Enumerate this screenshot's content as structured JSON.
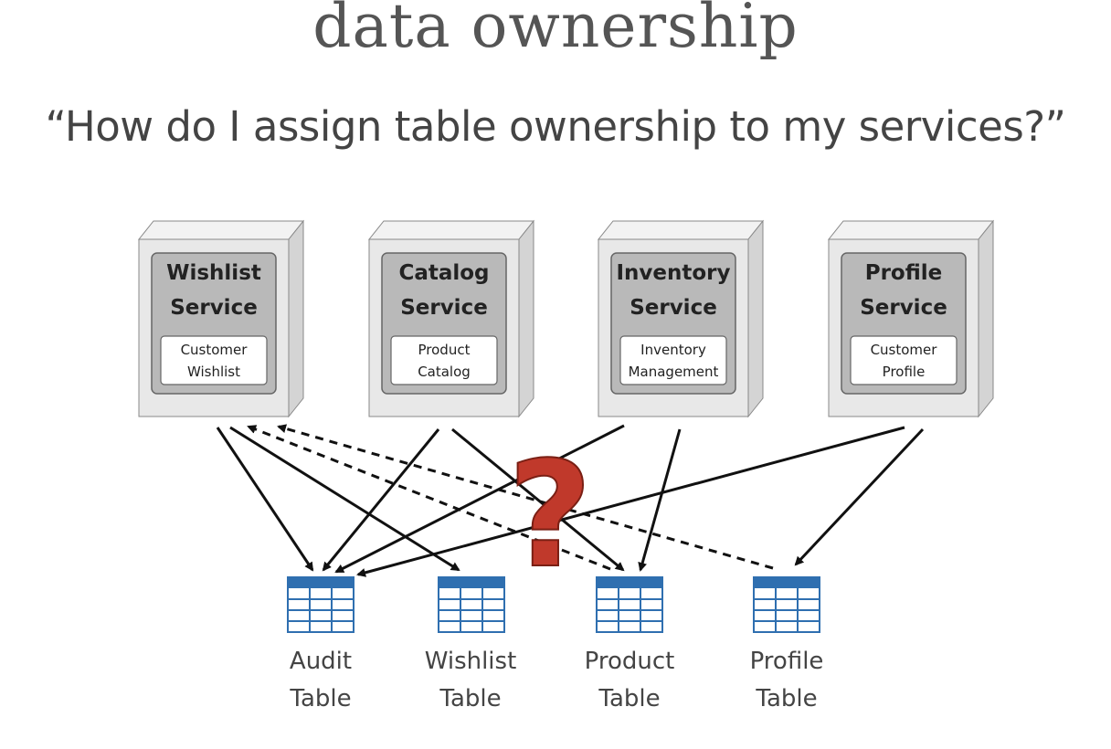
{
  "title": "data ownership",
  "subtitle": "“How do I assign table ownership to my services?”",
  "services": [
    {
      "line1": "Wishlist",
      "line2": "Service",
      "comp1": "Customer",
      "comp2": "Wishlist"
    },
    {
      "line1": "Catalog",
      "line2": "Service",
      "comp1": "Product",
      "comp2": "Catalog"
    },
    {
      "line1": "Inventory",
      "line2": "Service",
      "comp1": "Inventory",
      "comp2": "Management"
    },
    {
      "line1": "Profile",
      "line2": "Service",
      "comp1": "Customer",
      "comp2": "Profile"
    }
  ],
  "tables": [
    {
      "line1": "Audit",
      "line2": "Table"
    },
    {
      "line1": "Wishlist",
      "line2": "Table"
    },
    {
      "line1": "Product",
      "line2": "Table"
    },
    {
      "line1": "Profile",
      "line2": "Table"
    }
  ],
  "question_mark": "?",
  "colors": {
    "table_blue": "#2f6fb0",
    "question_red": "#c0392b",
    "box_gray": "#e8e8e8"
  }
}
